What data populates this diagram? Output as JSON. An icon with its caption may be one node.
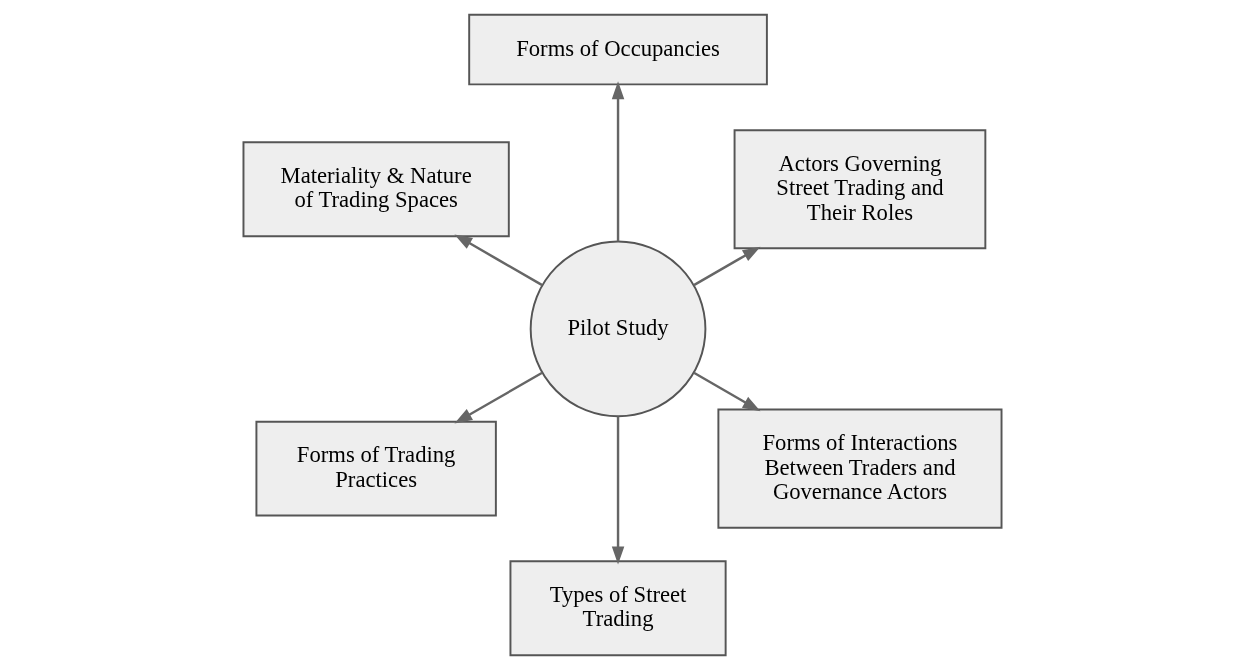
{
  "diagram": {
    "nodes": [
      {
        "text": [
          "Actors Governing Street Trading and Their Roles"
        ]
      },
      {
        "text": [
          "Forms of Occupancies"
        ]
      },
      {
        "text": [
          "Materiality & Nature of Trading Spaces"
        ]
      },
      {
        "text": [
          "Pilot Study"
        ]
      },
      {
        "text": [
          "Forms of Trading Practices"
        ]
      },
      {
        "text": [
          "Types of Street Trading"
        ]
      },
      {
        "text": [
          "Forms of Interactions Between Traders and Governance Actors"
        ]
      }
    ],
    "edges": [
      {
        "from": 3,
        "to": 0,
        "arrow": "to"
      },
      {
        "from": 3,
        "to": 1,
        "arrow": "to"
      },
      {
        "from": 3,
        "to": 2,
        "arrow": "to"
      },
      {
        "from": 3,
        "to": 4,
        "arrow": "to"
      },
      {
        "from": 3,
        "to": 5,
        "arrow": "to"
      },
      {
        "from": 3,
        "to": 6,
        "arrow": "to"
      }
    ]
  }
}
